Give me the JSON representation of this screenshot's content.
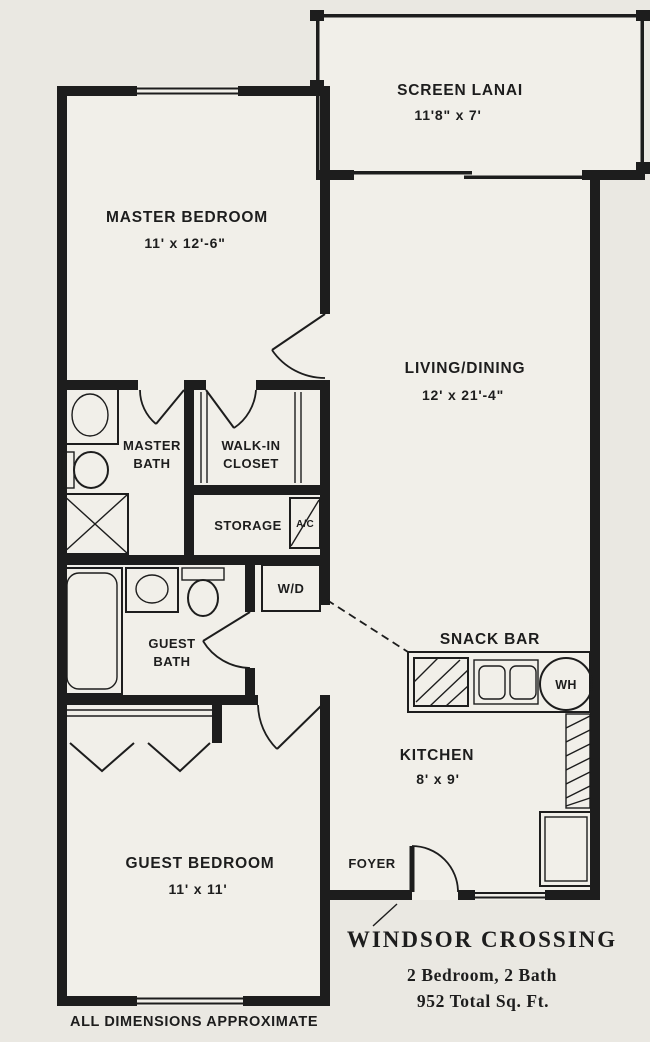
{
  "colors": {
    "paper": "#eae8e2",
    "ink": "#1d1d1d",
    "floor": "#f1efe9"
  },
  "rooms": {
    "screen_lanai": {
      "name": "SCREEN LANAI",
      "dims": "11'8\" x 7'"
    },
    "master_bedroom": {
      "name": "MASTER BEDROOM",
      "dims": "11' x 12'-6\""
    },
    "living_dining": {
      "name": "LIVING/DINING",
      "dims": "12' x 21'-4\""
    },
    "master_bath": {
      "line1": "MASTER",
      "line2": "BATH"
    },
    "walk_in_closet": {
      "line1": "WALK-IN",
      "line2": "CLOSET"
    },
    "storage": {
      "name": "STORAGE"
    },
    "guest_bath": {
      "line1": "GUEST",
      "line2": "BATH"
    },
    "snack_bar": {
      "name": "SNACK BAR"
    },
    "kitchen": {
      "name": "KITCHEN",
      "dims": "8' x 9'"
    },
    "foyer": {
      "name": "FOYER"
    },
    "guest_bedroom": {
      "name": "GUEST BEDROOM",
      "dims": "11' x 11'"
    }
  },
  "appliances": {
    "washer_dryer": "W/D",
    "air_conditioner": "A/C",
    "water_heater": "WH"
  },
  "title_block": {
    "name": "WINDSOR CROSSING",
    "spec": "2 Bedroom, 2 Bath",
    "area": "952 Total Sq. Ft."
  },
  "footnote": "ALL DIMENSIONS APPROXIMATE"
}
